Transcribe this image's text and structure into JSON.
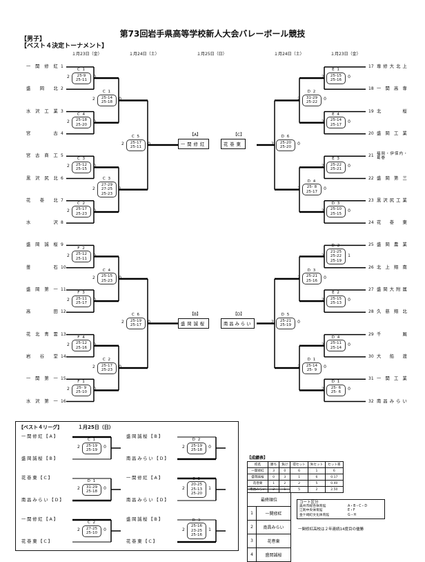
{
  "title": "第73回岩手県高等学校新人大会バレーボール競技",
  "section_gender": "【男子】",
  "section_bracket": "【ベスト４決定トーナメント】",
  "dates": [
    "１月23日（金）",
    "１月24日（土）",
    "１月25日（日）",
    "１月24日（土）",
    "１月23日（金）"
  ],
  "left_teams": [
    {
      "seed": "1",
      "name": "一関修紅"
    },
    {
      "seed": "2",
      "name": "盛岡北"
    },
    {
      "seed": "3",
      "name": "水沢工業"
    },
    {
      "seed": "4",
      "name": "宮古"
    },
    {
      "seed": "5",
      "name": "宮古商工"
    },
    {
      "seed": "6",
      "name": "黒沢尻北"
    },
    {
      "seed": "7",
      "name": "花巻北"
    },
    {
      "seed": "8",
      "name": "水沢"
    },
    {
      "seed": "9",
      "name": "盛岡誠桜"
    },
    {
      "seed": "10",
      "name": "釜石"
    },
    {
      "seed": "11",
      "name": "盛岡第一"
    },
    {
      "seed": "12",
      "name": "高田"
    },
    {
      "seed": "13",
      "name": "花北青雲"
    },
    {
      "seed": "14",
      "name": "岩谷堂"
    },
    {
      "seed": "15",
      "name": "一関第一"
    },
    {
      "seed": "16",
      "name": "水沢第一"
    }
  ],
  "right_teams": [
    {
      "seed": "17",
      "name": "専修大北上"
    },
    {
      "seed": "18",
      "name": "一関高専"
    },
    {
      "seed": "19",
      "name": "北桜"
    },
    {
      "seed": "20",
      "name": "盛岡工業"
    },
    {
      "seed": "21",
      "name": "福岡・伊保内・葛巻"
    },
    {
      "seed": "22",
      "name": "盛岡第三"
    },
    {
      "seed": "23",
      "name": "黒沢尻工業"
    },
    {
      "seed": "24",
      "name": "花巻東"
    },
    {
      "seed": "25",
      "name": "盛岡農業"
    },
    {
      "seed": "26",
      "name": "北上翔南"
    },
    {
      "seed": "27",
      "name": "盛岡大附属"
    },
    {
      "seed": "28",
      "name": "久慈翔北"
    },
    {
      "seed": "29",
      "name": "千厩"
    },
    {
      "seed": "30",
      "name": "大船渡"
    },
    {
      "seed": "31",
      "name": "一関工業"
    },
    {
      "seed": "32",
      "name": "南昌みらい"
    }
  ],
  "left_r1": [
    {
      "court": "C 1",
      "sets": [
        "25-9",
        "25-11"
      ],
      "w": "2",
      "l": "0"
    },
    {
      "court": "C 4",
      "sets": [
        "25-18",
        "25-20"
      ],
      "w": "2",
      "l": "0"
    },
    {
      "court": "C 3",
      "sets": [
        "25-12",
        "25-15"
      ],
      "w": "2",
      "l": "0"
    },
    {
      "court": "C 2",
      "sets": [
        "25-17",
        "25-23"
      ],
      "w": "2",
      "l": "0"
    },
    {
      "court": "F 2",
      "sets": [
        "25-12",
        "25-11"
      ],
      "w": "2",
      "l": "0"
    },
    {
      "court": "F 3",
      "sets": [
        "25-11",
        "25-17"
      ],
      "w": "2",
      "l": "0"
    },
    {
      "court": "F 4",
      "sets": [
        "25-12",
        "25-16"
      ],
      "w": "2",
      "l": "0"
    },
    {
      "court": "F 1",
      "sets": [
        "25- 9",
        "25-10"
      ],
      "w": "2",
      "l": "0"
    }
  ],
  "left_r2": [
    {
      "court": "C 1",
      "sets": [
        "25-14",
        "25-18"
      ],
      "w": "2",
      "l": "0"
    },
    {
      "court": "C 3",
      "sets": [
        "27-29",
        "27-25",
        "25-23"
      ],
      "w": "2",
      "l": "1"
    },
    {
      "court": "C 4",
      "sets": [
        "25-15",
        "25-23"
      ],
      "w": "2",
      "l": "0"
    },
    {
      "court": "C 2",
      "sets": [
        "25-17",
        "25-23"
      ],
      "w": "2",
      "l": "0"
    }
  ],
  "left_r3": [
    {
      "court": "C 5",
      "sets": [
        "25-17",
        "25-11"
      ],
      "w": "2",
      "l": "0"
    },
    {
      "court": "C 6",
      "sets": [
        "25-19",
        "25-17"
      ],
      "w": "2",
      "l": "0"
    }
  ],
  "right_r1": [
    {
      "court": "E 1",
      "sets": [
        "25-15",
        "25-16"
      ],
      "w": "2",
      "l": "0"
    },
    {
      "court": "E 4",
      "sets": [
        "25-14",
        "25-17"
      ],
      "w": "2",
      "l": "0"
    },
    {
      "court": "E 3",
      "sets": [
        "25-22",
        "25-21"
      ],
      "w": "2",
      "l": "0"
    },
    {
      "court": "D 3",
      "sets": [
        "25-10",
        "25-15"
      ],
      "w": "2",
      "l": "0"
    },
    {
      "court": "D 2",
      "sets": [
        "21-25",
        "25-22",
        "25-19"
      ],
      "w": "2",
      "l": "1"
    },
    {
      "court": "E 2",
      "sets": [
        "25-15",
        "25-13"
      ],
      "w": "2",
      "l": "0"
    },
    {
      "court": "D 4",
      "sets": [
        "25-11",
        "25-14"
      ],
      "w": "2",
      "l": "0"
    },
    {
      "court": "D 1",
      "sets": [
        "25- 6",
        "25- 6"
      ],
      "w": "2",
      "l": "0"
    }
  ],
  "right_r2": [
    {
      "court": "D 2",
      "sets": [
        "31-29",
        "25-22"
      ],
      "w": "2",
      "l": "0"
    },
    {
      "court": "D 4",
      "sets": [
        "25- 8",
        "25-17"
      ],
      "w": "2",
      "l": "0"
    },
    {
      "court": "D 3",
      "sets": [
        "25-21",
        "25-16"
      ],
      "w": "2",
      "l": "0"
    },
    {
      "court": "D 1",
      "sets": [
        "25-14",
        "25- 9"
      ],
      "w": "2",
      "l": "0"
    }
  ],
  "right_r3": [
    {
      "court": "D 6",
      "sets": [
        "25-20",
        "25-20"
      ],
      "w": "2",
      "l": "0"
    },
    {
      "court": "D 5",
      "sets": [
        "25-21",
        "25-19"
      ],
      "w": "2",
      "l": "0"
    }
  ],
  "best4": [
    {
      "label": "【A】",
      "name": "一関修紅"
    },
    {
      "label": "【C】",
      "name": "花巻東"
    },
    {
      "label": "【B】",
      "name": "盛岡誠桜"
    },
    {
      "label": "【D】",
      "name": "南昌みらい"
    }
  ],
  "league": {
    "title": "【ベスト４リーグ】",
    "date": "１月25日（日）",
    "matches": [
      {
        "top": "一関修紅【A】",
        "bottom": "盛岡誠桜【B】",
        "court": "C 1",
        "sets": [
          "25-19",
          "25-19"
        ],
        "w": "2",
        "l": "0",
        "winner": "top"
      },
      {
        "top": "盛岡誠桜【B】",
        "bottom": "南昌みらい【D】",
        "court": "D 2",
        "sets": [
          "25-19",
          "25-18"
        ],
        "w": "2",
        "l": "0",
        "winner": "bottom"
      },
      {
        "top": "花巻東【C】",
        "bottom": "南昌みらい【D】",
        "court": "D 1",
        "sets": [
          "31-29",
          "25-18"
        ],
        "w": "2",
        "l": "0",
        "winner": "bottom"
      },
      {
        "top": "一関修紅【A】",
        "bottom": "南昌みらい【D】",
        "court": "C 3",
        "sets": [
          "20-25",
          "25-13",
          "25-20"
        ],
        "w": "2",
        "l": "1",
        "winner": "top"
      },
      {
        "top": "一関修紅【A】",
        "bottom": "花巻東【C】",
        "court": "C 2",
        "sets": [
          "27-25",
          "25-10"
        ],
        "w": "2",
        "l": "0",
        "winner": "top"
      },
      {
        "top": "盛岡誠桜【B】",
        "bottom": "花巻東【C】",
        "court": "D 3",
        "sets": [
          "25-16",
          "23-25",
          "25-16"
        ],
        "w": "2",
        "l": "1",
        "winner": "bottom"
      }
    ]
  },
  "results": {
    "title": "【成績表】",
    "headers": [
      "校名",
      "勝ち",
      "負け",
      "得セット",
      "失セット",
      "セット率"
    ],
    "rows": [
      [
        "一関修紅",
        "3",
        "0",
        "6",
        "1",
        "6"
      ],
      [
        "盛岡誠桜",
        "0",
        "3",
        "1",
        "6",
        "0.17"
      ],
      [
        "花巻東",
        "1",
        "2",
        "2",
        "5",
        "0.40"
      ],
      [
        "南昌みらい",
        "2",
        "1",
        "5",
        "2",
        "2.50"
      ]
    ]
  },
  "final_ranking": {
    "title": "最終順位",
    "rows": [
      [
        "1",
        "一関修紅"
      ],
      [
        "2",
        "南昌みらい"
      ],
      [
        "3",
        "花巻東"
      ],
      [
        "4",
        "盛岡誠桜"
      ]
    ]
  },
  "courts": {
    "title": "コート区分",
    "rows": [
      [
        "奥州市総合体育館",
        "A・B・C・D"
      ],
      [
        "江刺中央体育館",
        "E・F"
      ],
      [
        "金ケ崎町文化体育館",
        "G・H"
      ]
    ]
  },
  "note": "一関修紅高校は２年連続14度目の優勝"
}
